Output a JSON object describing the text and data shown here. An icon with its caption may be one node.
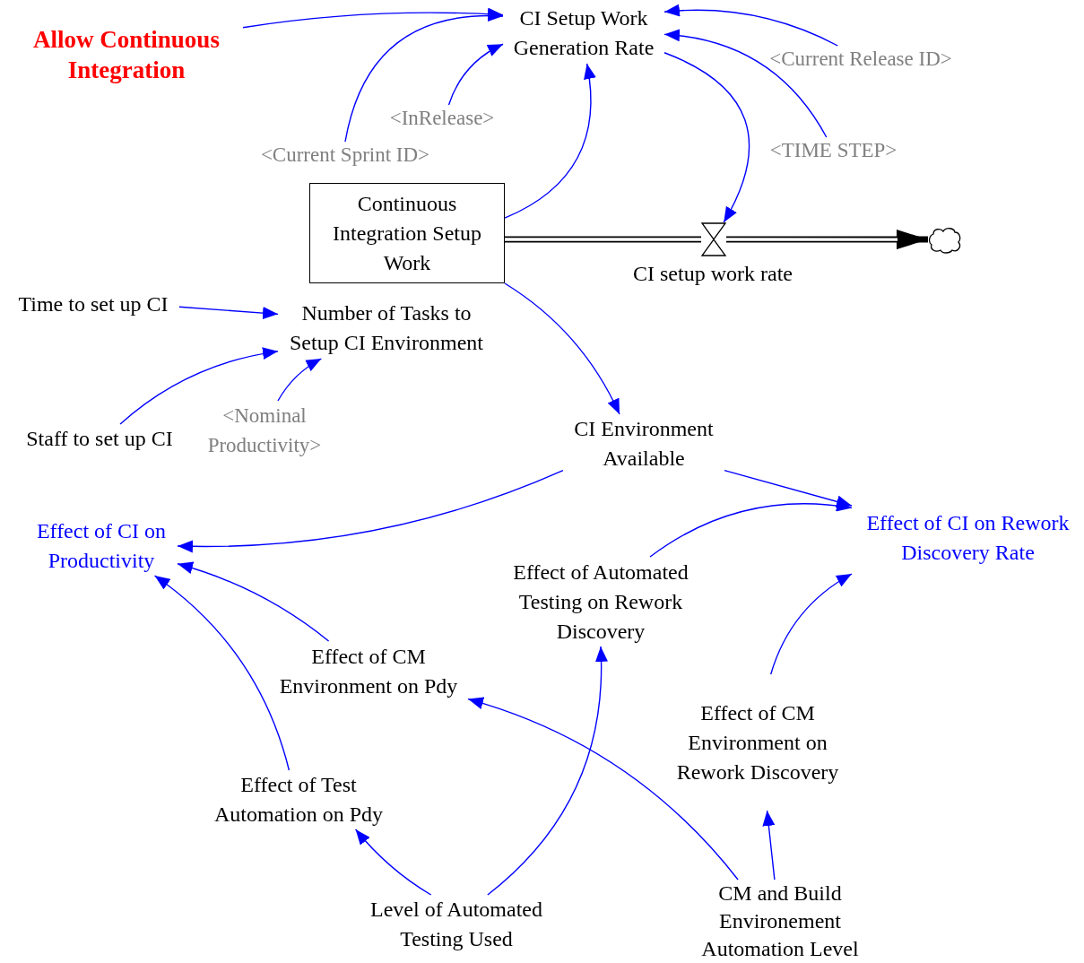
{
  "diagram": {
    "nodes": [
      {
        "text": [
          "Allow Continuous Integration"
        ]
      },
      {
        "text": [
          "CI Setup Work Generation Rate"
        ]
      },
      {
        "text": [
          "<Current Release ID>"
        ]
      },
      {
        "text": [
          "<InRelease>"
        ]
      },
      {
        "text": [
          "<Current Sprint ID>"
        ]
      },
      {
        "text": [
          "<TIME STEP>"
        ]
      },
      {
        "text": [
          "Continuous Integration Setup Work"
        ]
      },
      {
        "text": [],
        "shape": "valve",
        "beside": [
          "CI setup work rate"
        ]
      },
      {
        "text": [],
        "shape": "cloud"
      },
      {
        "text": [
          "Time to set up CI"
        ]
      },
      {
        "text": [
          "Number of Tasks to Setup CI Environment"
        ]
      },
      {
        "text": [
          "Staff to set up CI"
        ]
      },
      {
        "text": [
          "<Nominal Productivity>"
        ]
      },
      {
        "text": [
          "CI Environment Available"
        ]
      },
      {
        "text": [
          "Effect of CI on Productivity"
        ]
      },
      {
        "text": [
          "Effect of CI on Rework Discovery Rate"
        ]
      },
      {
        "text": [
          "Effect of Automated Testing on Rework Discovery"
        ]
      },
      {
        "text": [
          "Effect of CM Environment on Pdy"
        ]
      },
      {
        "text": [
          "Effect of CM Environment on Rework Discovery"
        ]
      },
      {
        "text": [
          "Effect of Test Automation on Pdy"
        ]
      },
      {
        "text": [
          "Level of Automated Testing Used"
        ]
      },
      {
        "text": [
          "CM and Build Environement Automation Level"
        ]
      }
    ],
    "edges": [
      {
        "from": 0,
        "to": 1,
        "arrow": "to"
      },
      {
        "from": 4,
        "to": 1,
        "arrow": "to"
      },
      {
        "from": 3,
        "to": 1,
        "arrow": "to"
      },
      {
        "from": 2,
        "to": 1,
        "arrow": "to"
      },
      {
        "from": 5,
        "to": 1,
        "arrow": "to"
      },
      {
        "from": 6,
        "to": 1,
        "arrow": "to"
      },
      {
        "from": 1,
        "to": 7,
        "arrow": "to"
      },
      {
        "from": 6,
        "to": 7,
        "arrow": "none",
        "style": "thick",
        "color": "#000000"
      },
      {
        "from": 7,
        "to": 8,
        "arrow": "to",
        "style": "thick",
        "color": "#000000"
      },
      {
        "from": 9,
        "to": 10,
        "arrow": "to"
      },
      {
        "from": 11,
        "to": 10,
        "arrow": "to"
      },
      {
        "from": 12,
        "to": 10,
        "arrow": "to"
      },
      {
        "from": 6,
        "to": 13,
        "arrow": "to"
      },
      {
        "from": 13,
        "to": 14,
        "arrow": "to"
      },
      {
        "from": 13,
        "to": 15,
        "arrow": "to"
      },
      {
        "from": 16,
        "to": 15,
        "arrow": "to"
      },
      {
        "from": 18,
        "to": 15,
        "arrow": "to"
      },
      {
        "from": 17,
        "to": 14,
        "arrow": "to"
      },
      {
        "from": 19,
        "to": 14,
        "arrow": "to"
      },
      {
        "from": 21,
        "to": 17,
        "arrow": "to"
      },
      {
        "from": 20,
        "to": 16,
        "arrow": "to"
      },
      {
        "from": 20,
        "to": 19,
        "arrow": "to"
      },
      {
        "from": 21,
        "to": 18,
        "arrow": "to"
      }
    ]
  }
}
